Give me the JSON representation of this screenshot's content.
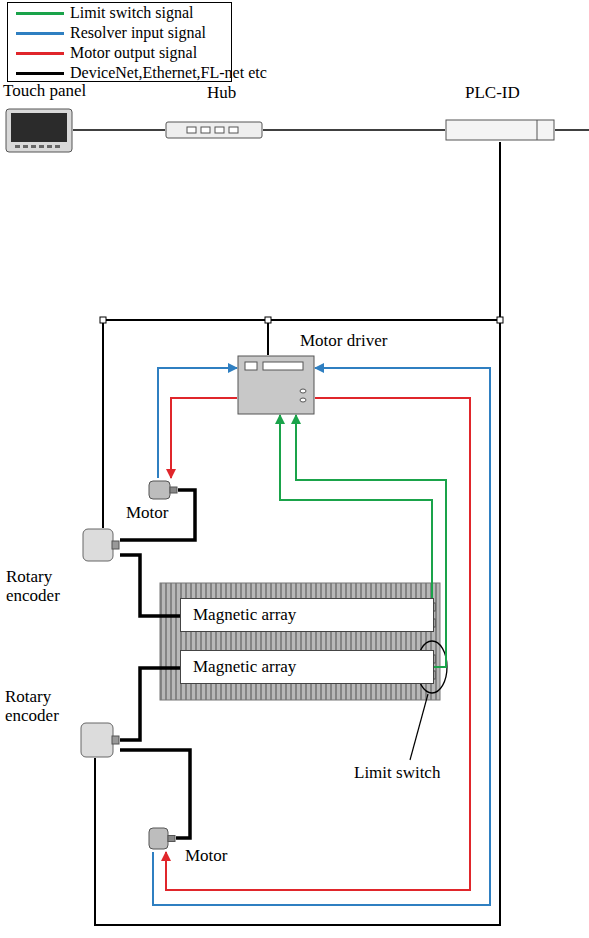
{
  "diagram": {
    "nodes": [
      {
        "text": [
          "Touch panel"
        ]
      },
      {
        "text": [
          "Hub"
        ]
      },
      {
        "text": [
          "PLC-ID"
        ]
      },
      {
        "text": [
          "Motor driver"
        ]
      },
      {
        "text": [
          "Motor"
        ]
      },
      {
        "text": [
          "Rotary encoder"
        ]
      },
      {
        "text": [
          "Magnetic array"
        ]
      },
      {
        "text": [
          "Magnetic array"
        ]
      },
      {
        "text": [
          "Rotary encoder"
        ]
      },
      {
        "text": [
          "Motor"
        ]
      }
    ],
    "edges": [
      {
        "from": 0,
        "to": 1,
        "arrow": "none"
      },
      {
        "from": 1,
        "to": 2,
        "arrow": "none"
      },
      {
        "from": 2,
        "to": 3,
        "arrow": "none"
      },
      {
        "from": 2,
        "to": 5,
        "arrow": "none"
      },
      {
        "from": 2,
        "to": 8,
        "arrow": "none"
      },
      {
        "from": 4,
        "to": 3,
        "arrow": "to"
      },
      {
        "from": 3,
        "to": 4,
        "arrow": "to"
      },
      {
        "from": 9,
        "to": 3,
        "arrow": "to"
      },
      {
        "from": 3,
        "to": 9,
        "arrow": "to"
      },
      {
        "from": 6,
        "to": 3,
        "arrow": "to"
      },
      {
        "from": 7,
        "to": 3,
        "arrow": "to"
      },
      {
        "from": 4,
        "to": 5,
        "arrow": "none"
      },
      {
        "from": 5,
        "to": 6,
        "arrow": "none"
      },
      {
        "from": 7,
        "to": 8,
        "arrow": "none"
      },
      {
        "from": 8,
        "to": 9,
        "arrow": "none"
      }
    ],
    "labels": [
      "Limit switch"
    ],
    "legend": [
      {
        "text": "Limit switch signal",
        "color": "#1aa34a"
      },
      {
        "text": "Resolver input signal",
        "color": "#2f7fc1"
      },
      {
        "text": "Motor output signal",
        "color": "#e0262b"
      },
      {
        "text": "DeviceNet,Ethernet,FL-net etc",
        "color": "#000000"
      }
    ]
  }
}
